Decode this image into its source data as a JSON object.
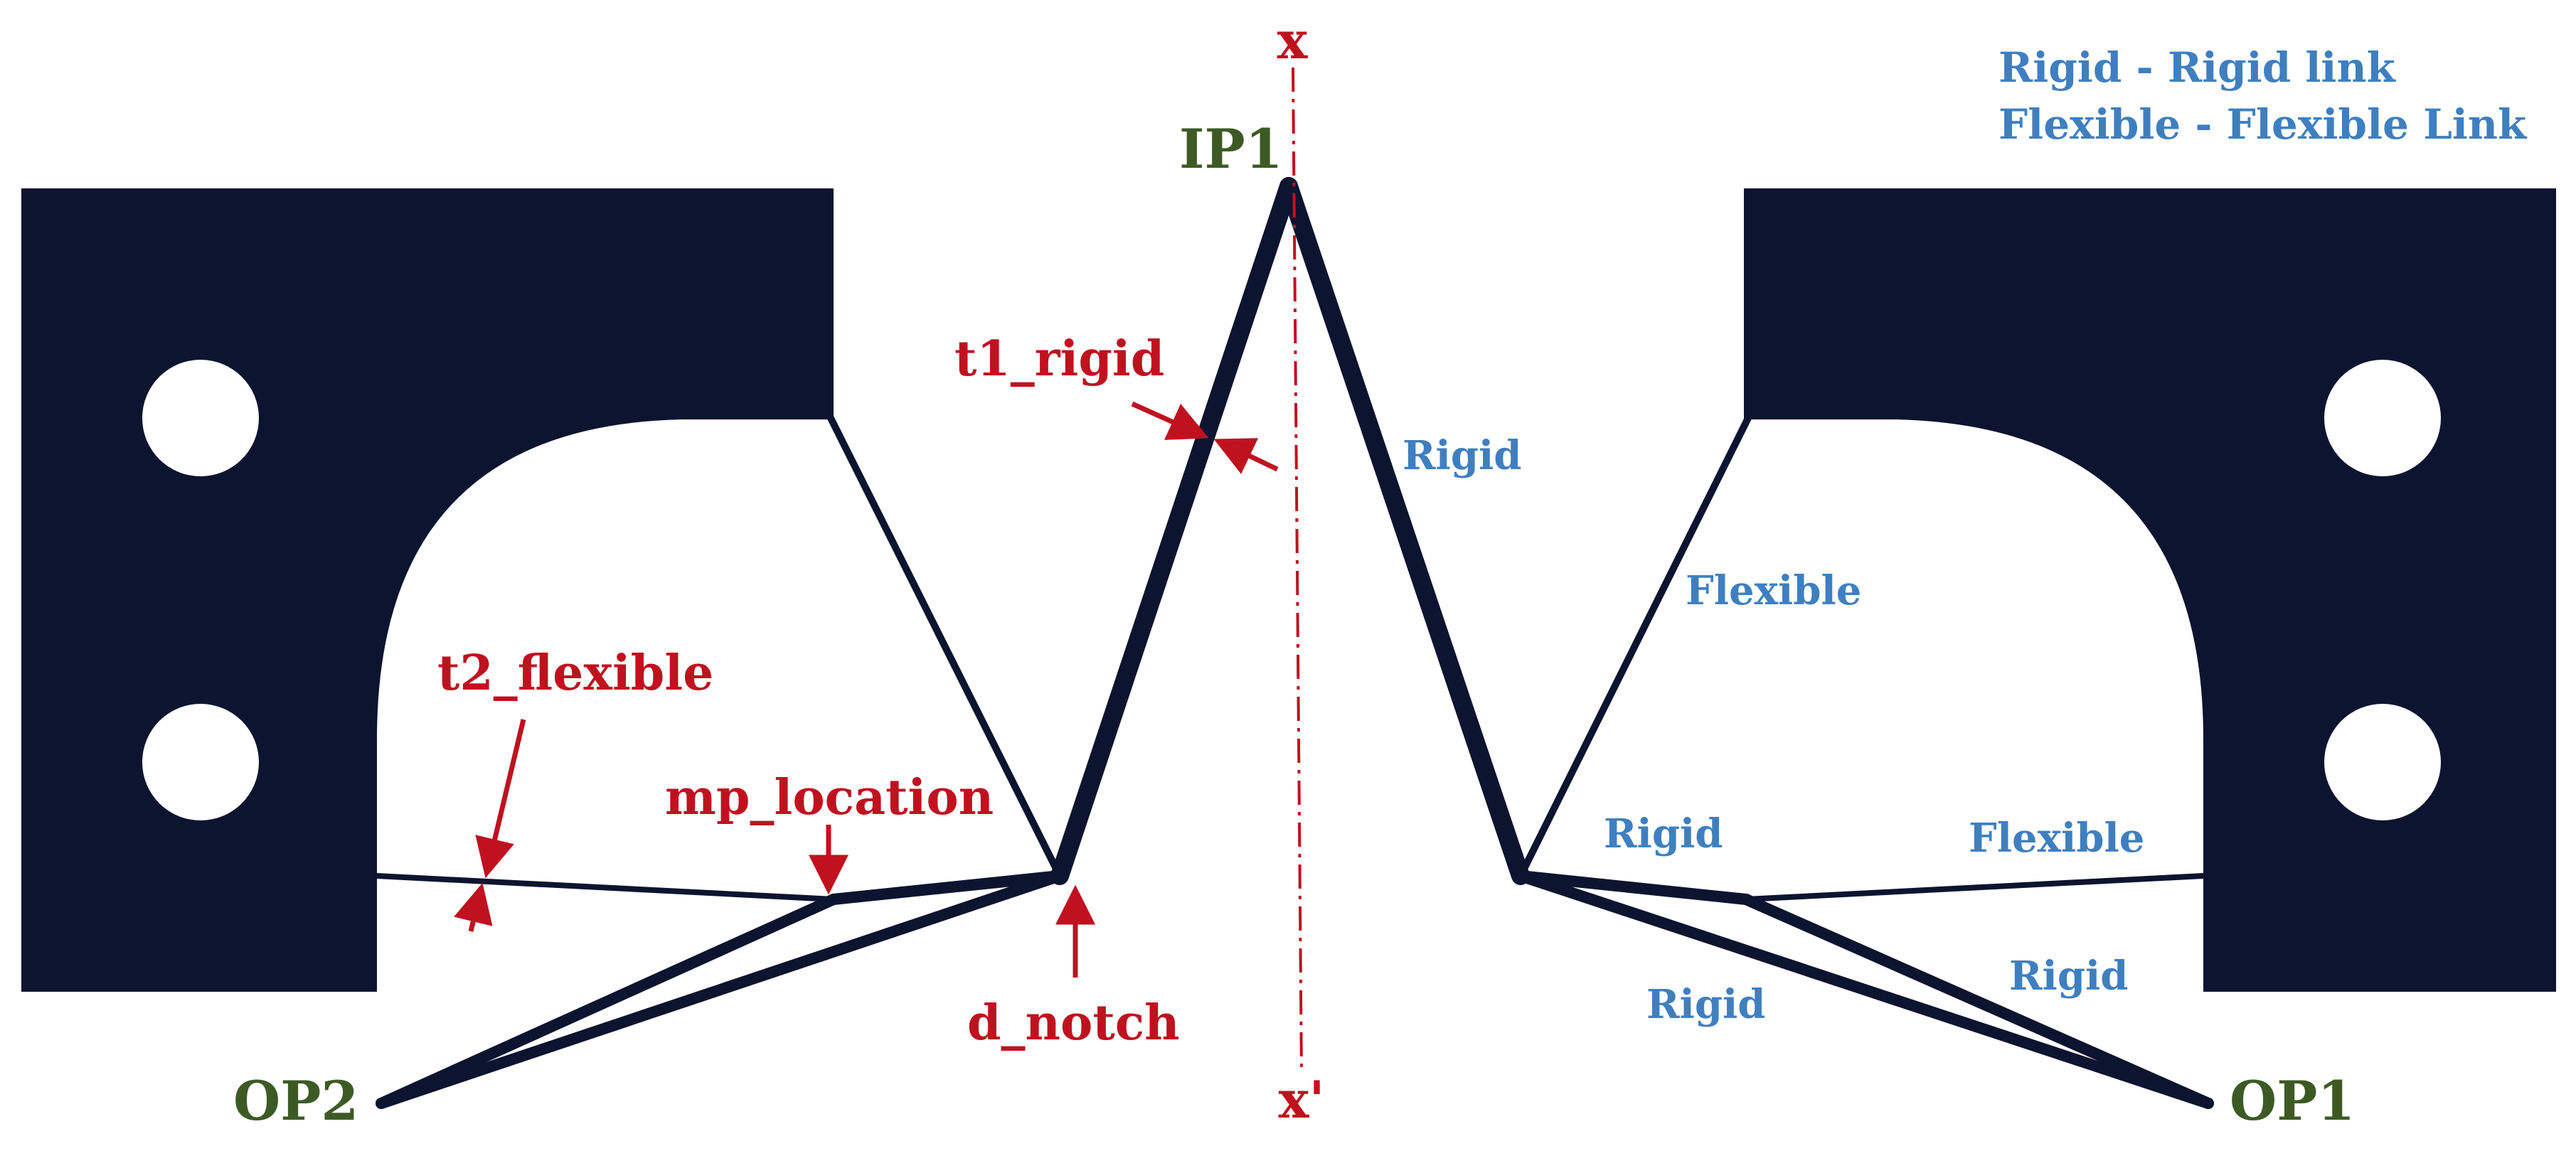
{
  "colors": {
    "solid": "#0d1430",
    "annotation_red": "#c0111f",
    "point_green": "#3d5a25",
    "link_blue": "#3f7fc0",
    "background": "#ffffff"
  },
  "legend": {
    "line1": "Rigid - Rigid link",
    "line2": "Flexible - Flexible Link"
  },
  "axis": {
    "top_label": "x",
    "bottom_label": "x'"
  },
  "points": {
    "input": "IP1",
    "output_left": "OP2",
    "output_right": "OP1"
  },
  "dimensions": {
    "t1": "t1_rigid",
    "t2": "t2_flexible",
    "mp": "mp_location",
    "notch": "d_notch"
  },
  "link_labels": {
    "rigid_upper_right": "Rigid",
    "flexible_diagonal_right": "Flexible",
    "rigid_mid_right": "Rigid",
    "flexible_horizontal_right": "Flexible",
    "rigid_lower_left_of_op1": "Rigid",
    "rigid_lower_right_of_op1": "Rigid"
  }
}
